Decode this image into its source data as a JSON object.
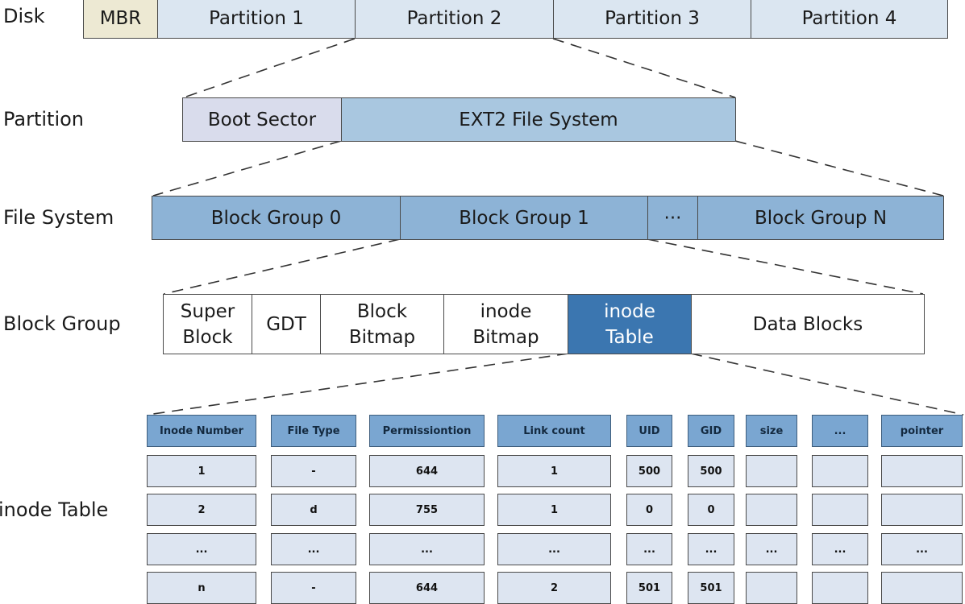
{
  "levels": {
    "disk": {
      "label": "Disk",
      "cells": [
        "MBR",
        "Partition 1",
        "Partition 2",
        "Partition 3",
        "Partition 4"
      ]
    },
    "partition": {
      "label": "Partition",
      "cells": [
        "Boot Sector",
        "EXT2 File System"
      ]
    },
    "file_system": {
      "label": "File System",
      "cells": [
        "Block Group 0",
        "Block Group 1",
        "···",
        "Block Group N"
      ]
    },
    "block_group": {
      "label": "Block Group",
      "cells": [
        "Super\nBlock",
        "GDT",
        "Block\nBitmap",
        "inode\nBitmap",
        "inode\nTable",
        "Data Blocks"
      ]
    }
  },
  "inode_table": {
    "label": "inode Table",
    "headers": [
      "Inode Number",
      "File Type",
      "Permissiontion",
      "Link count",
      "UID",
      "GID",
      "size",
      "...",
      "pointer"
    ],
    "rows": [
      [
        "1",
        "-",
        "644",
        "1",
        "500",
        "500",
        "",
        "",
        ""
      ],
      [
        "2",
        "d",
        "755",
        "1",
        "0",
        "0",
        "",
        "",
        ""
      ],
      [
        "...",
        "...",
        "...",
        "...",
        "...",
        "...",
        "...",
        "...",
        "..."
      ],
      [
        "n",
        "-",
        "644",
        "2",
        "501",
        "501",
        "",
        "",
        ""
      ]
    ]
  },
  "colors": {
    "partition_fill": "#dbe6f1",
    "mbr_fill": "#ede9d3",
    "boot_sector_fill": "#d9dcec",
    "ext2_fill": "#a9c7e0",
    "block_group_fill": "#8db3d6",
    "highlight_fill": "#3b76b0",
    "table_header_fill": "#7aa6d1",
    "table_cell_fill": "#dde5f1"
  }
}
